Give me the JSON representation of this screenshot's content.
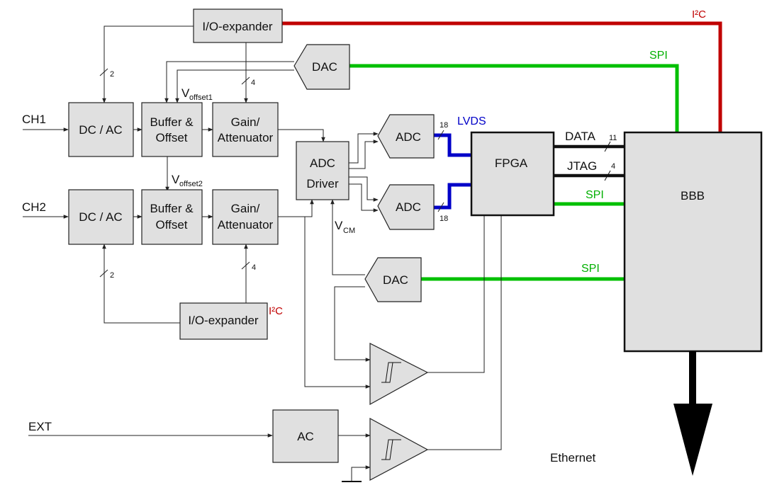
{
  "colors": {
    "i2c": "#c00000",
    "spi": "#00c000",
    "lvds": "#0000c8",
    "box_fill": "#e0e0e0",
    "line": "#222222"
  },
  "blocks": {
    "io_expander_top": "I/O-expander",
    "io_expander_bottom": "I/O-expander",
    "dac_top": "DAC",
    "dac_mid": "DAC",
    "dc_ac_1": "DC / AC",
    "dc_ac_2": "DC / AC",
    "buffer_1": [
      "Buffer &",
      "Offset"
    ],
    "buffer_2": [
      "Buffer &",
      "Offset"
    ],
    "gain_1": [
      "Gain/",
      "Attenuator"
    ],
    "gain_2": [
      "Gain/",
      "Attenuator"
    ],
    "adc_driver": [
      "ADC",
      "Driver"
    ],
    "adc_1": "ADC",
    "adc_2": "ADC",
    "fpga": "FPGA",
    "bbb": "BBB",
    "ac": "AC"
  },
  "signals": {
    "ch1": "CH1",
    "ch2": "CH2",
    "ext": "EXT",
    "voffset1_main": "V",
    "voffset1_sub": "offset1",
    "voffset2_main": "V",
    "voffset2_sub": "offset2",
    "vcm_main": "V",
    "vcm_sub": "CM",
    "ethernet": "Ethernet"
  },
  "bus_labels": {
    "i2c_top": "I²C",
    "i2c_bottom": "I²C",
    "spi_top": "SPI",
    "spi_fpga": "SPI",
    "spi_dac": "SPI",
    "lvds": "LVDS",
    "data": "DATA",
    "jtag": "JTAG"
  },
  "bus_widths": {
    "io_top_2": "2",
    "io_top_4": "4",
    "io_bottom_2": "2",
    "io_bottom_4": "4",
    "adc1_bits": "18",
    "adc2_bits": "18",
    "data_bits": "11",
    "jtag_bits": "4"
  }
}
